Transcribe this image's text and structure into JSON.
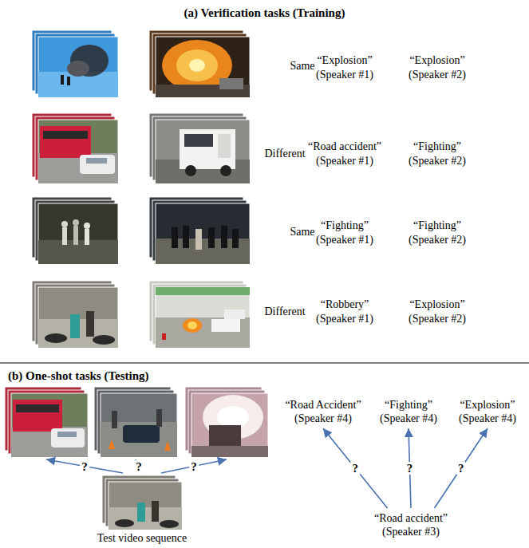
{
  "diagram": {
    "title": "(a) Verification tasks (Training)",
    "nodes": [
      {
        "text": []
      },
      {
        "text": []
      },
      {
        "text": []
      },
      {
        "text": [
          "“Road Accident”",
          "(Speaker #4)"
        ]
      },
      {
        "text": [
          "“Fighting”",
          "(Speaker #4)"
        ]
      },
      {
        "text": [
          "“Explosion”",
          "(Speaker #4)"
        ]
      },
      {
        "text": [
          "Test video sequence"
        ]
      },
      {
        "text": [
          "“Road accident”",
          "(Speaker #3)"
        ]
      }
    ],
    "edges": [
      {
        "from": 6,
        "to": 0,
        "label": "?",
        "arrow": "to"
      },
      {
        "from": 6,
        "to": 1,
        "label": "?",
        "arrow": "to"
      },
      {
        "from": 6,
        "to": 2,
        "label": "?",
        "arrow": "to"
      },
      {
        "from": 7,
        "to": 3,
        "label": "?",
        "arrow": "to"
      },
      {
        "from": 7,
        "to": 4,
        "label": "?",
        "arrow": "to"
      },
      {
        "from": 7,
        "to": 5,
        "label": "?",
        "arrow": "to"
      }
    ],
    "labels": [
      "Same",
      "“Explosion”",
      "“Explosion”",
      "(Speaker #1)",
      "(Speaker #2)",
      "Different",
      "“Road accident”",
      "“Fighting”",
      "(Speaker #1)",
      "(Speaker #2)",
      "Same",
      "“Fighting”",
      "“Fighting”",
      "(Speaker #1)",
      "(Speaker #2)",
      "Different",
      "“Robbery”",
      "“Explosion”",
      "(Speaker #1)",
      "(Speaker #2)",
      "(b) One-shot tasks (Testing)"
    ]
  }
}
